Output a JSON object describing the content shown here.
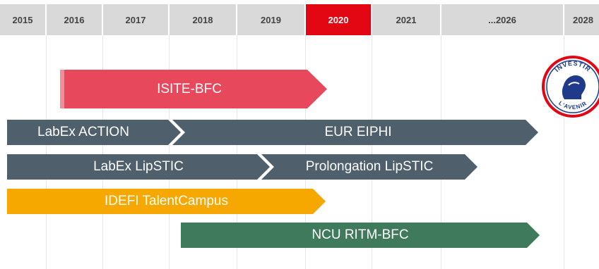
{
  "timeline": {
    "years": [
      {
        "label": "2015",
        "highlight": false
      },
      {
        "label": "2016",
        "highlight": false
      },
      {
        "label": "2017",
        "highlight": false
      },
      {
        "label": "2018",
        "highlight": false
      },
      {
        "label": "2019",
        "highlight": false
      },
      {
        "label": "2020",
        "highlight": true
      },
      {
        "label": "2021",
        "highlight": false
      },
      {
        "label": "...2026",
        "highlight": false
      },
      {
        "label": "2028",
        "highlight": false
      }
    ],
    "bars": [
      {
        "label": "ISITE-BFC"
      },
      {
        "label": "LabEx ACTION"
      },
      {
        "label": "EUR EIPHI"
      },
      {
        "label": "LabEx LipSTIC"
      },
      {
        "label": "Prolongation LipSTIC"
      },
      {
        "label": "IDEFI TalentCampus"
      },
      {
        "label": "NCU RITM-BFC"
      }
    ]
  },
  "colors": {
    "highlight_year": "#e30613",
    "header_bg": "#d9d9d9",
    "isite": "#e8485c",
    "labex": "#4f5f6b",
    "idefi": "#f7a800",
    "ncu": "#3f7a5c",
    "logo_ring": "#e30613",
    "logo_head": "#1f3a8a"
  },
  "logo": {
    "name": "investir-lavenir-logo",
    "text_top": "INVESTIR",
    "text_bottom": "L'AVENIR"
  }
}
